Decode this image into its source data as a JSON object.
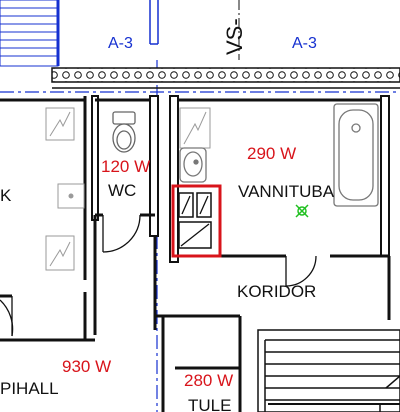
{
  "colors": {
    "wall": "#111111",
    "grid_line": "#1530d0",
    "power_label": "#d8141b",
    "highlight_box": "#d8141b",
    "fixture": "#9a9a9a",
    "ceiling_light": "#22c022"
  },
  "section_marker": {
    "label": "VS-"
  },
  "grid_labels": [
    {
      "label": "A-3"
    },
    {
      "label": "A-3"
    }
  ],
  "rooms": {
    "left_room": {
      "label": "K"
    },
    "wc": {
      "label": "WC",
      "power": "120 W"
    },
    "vannituba": {
      "label": "VANNITUBA",
      "power": "290 W"
    },
    "koridor": {
      "label": "KORIDOR"
    },
    "pihall": {
      "label": "PIHALL",
      "power": "930 W"
    },
    "tule": {
      "label": "TULE",
      "power": "280 W"
    }
  },
  "icons": [
    "toilet-icon",
    "bathtub-icon",
    "sink-icon",
    "ceiling-light-icon",
    "heater-panel-icon"
  ]
}
